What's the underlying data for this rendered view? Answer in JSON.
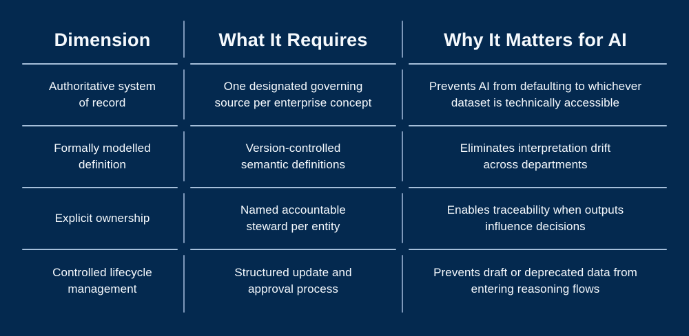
{
  "theme": {
    "background": "#04294F",
    "text_color": "#F5F9FD",
    "horizontal_line_color": "#A6BFDA",
    "vertical_line_color": "#7E98BA"
  },
  "table": {
    "headers": {
      "dimension": "Dimension",
      "requires": "What It Requires",
      "matters": "Why It Matters for AI"
    },
    "rows": [
      {
        "dimension": "Authoritative system\nof record",
        "requires": "One designated governing\nsource per enterprise concept",
        "matters": "Prevents AI from defaulting to whichever\ndataset is technically accessible"
      },
      {
        "dimension": "Formally modelled\ndefinition",
        "requires": "Version-controlled\nsemantic definitions",
        "matters": "Eliminates interpretation drift\nacross departments"
      },
      {
        "dimension": "Explicit ownership",
        "requires": "Named accountable\nsteward per entity",
        "matters": "Enables traceability when outputs\ninfluence decisions"
      },
      {
        "dimension": "Controlled lifecycle\nmanagement",
        "requires": "Structured update and\napproval process",
        "matters": "Prevents draft or deprecated data from\nentering reasoning flows"
      }
    ]
  }
}
